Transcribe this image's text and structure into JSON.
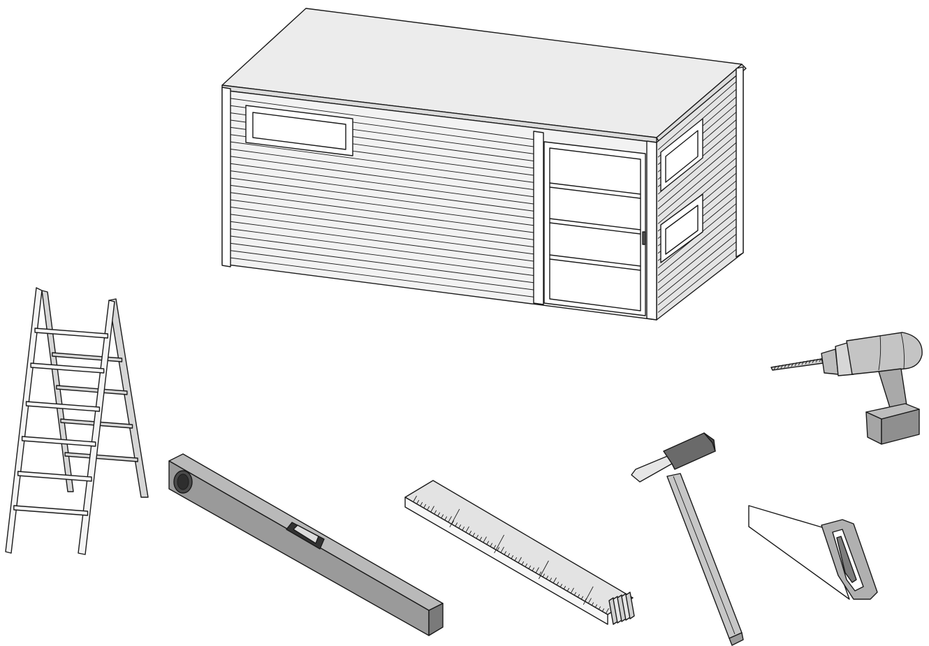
{
  "colors": {
    "outline": "#1a1a1a",
    "wall": "#f2f2f2",
    "roof": "#ececec",
    "tool_light": "#c9c9c9",
    "tool_mid": "#a9a9a9",
    "tool_dark": "#6f6f6f",
    "background": "#ffffff"
  },
  "scene": {
    "items": [
      {
        "id": "garden-shed",
        "icon": "shed-illustration"
      },
      {
        "id": "ladder",
        "icon": "step-ladder-icon"
      },
      {
        "id": "spirit-level",
        "icon": "spirit-level-icon"
      },
      {
        "id": "folding-ruler",
        "icon": "folding-ruler-icon"
      },
      {
        "id": "hammer",
        "icon": "hammer-icon"
      },
      {
        "id": "hand-saw",
        "icon": "hand-saw-icon"
      },
      {
        "id": "cordless-drill",
        "icon": "cordless-drill-icon"
      }
    ]
  }
}
